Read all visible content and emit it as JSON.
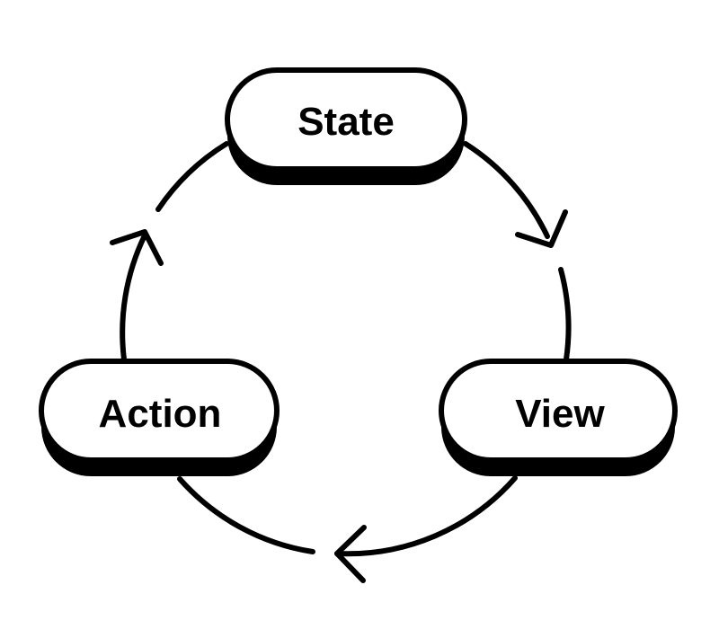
{
  "nodes": {
    "state": {
      "label": "State"
    },
    "view": {
      "label": "View"
    },
    "action": {
      "label": "Action"
    }
  },
  "colors": {
    "stroke": "#000000",
    "fill": "#ffffff",
    "shadow": "#000000"
  }
}
